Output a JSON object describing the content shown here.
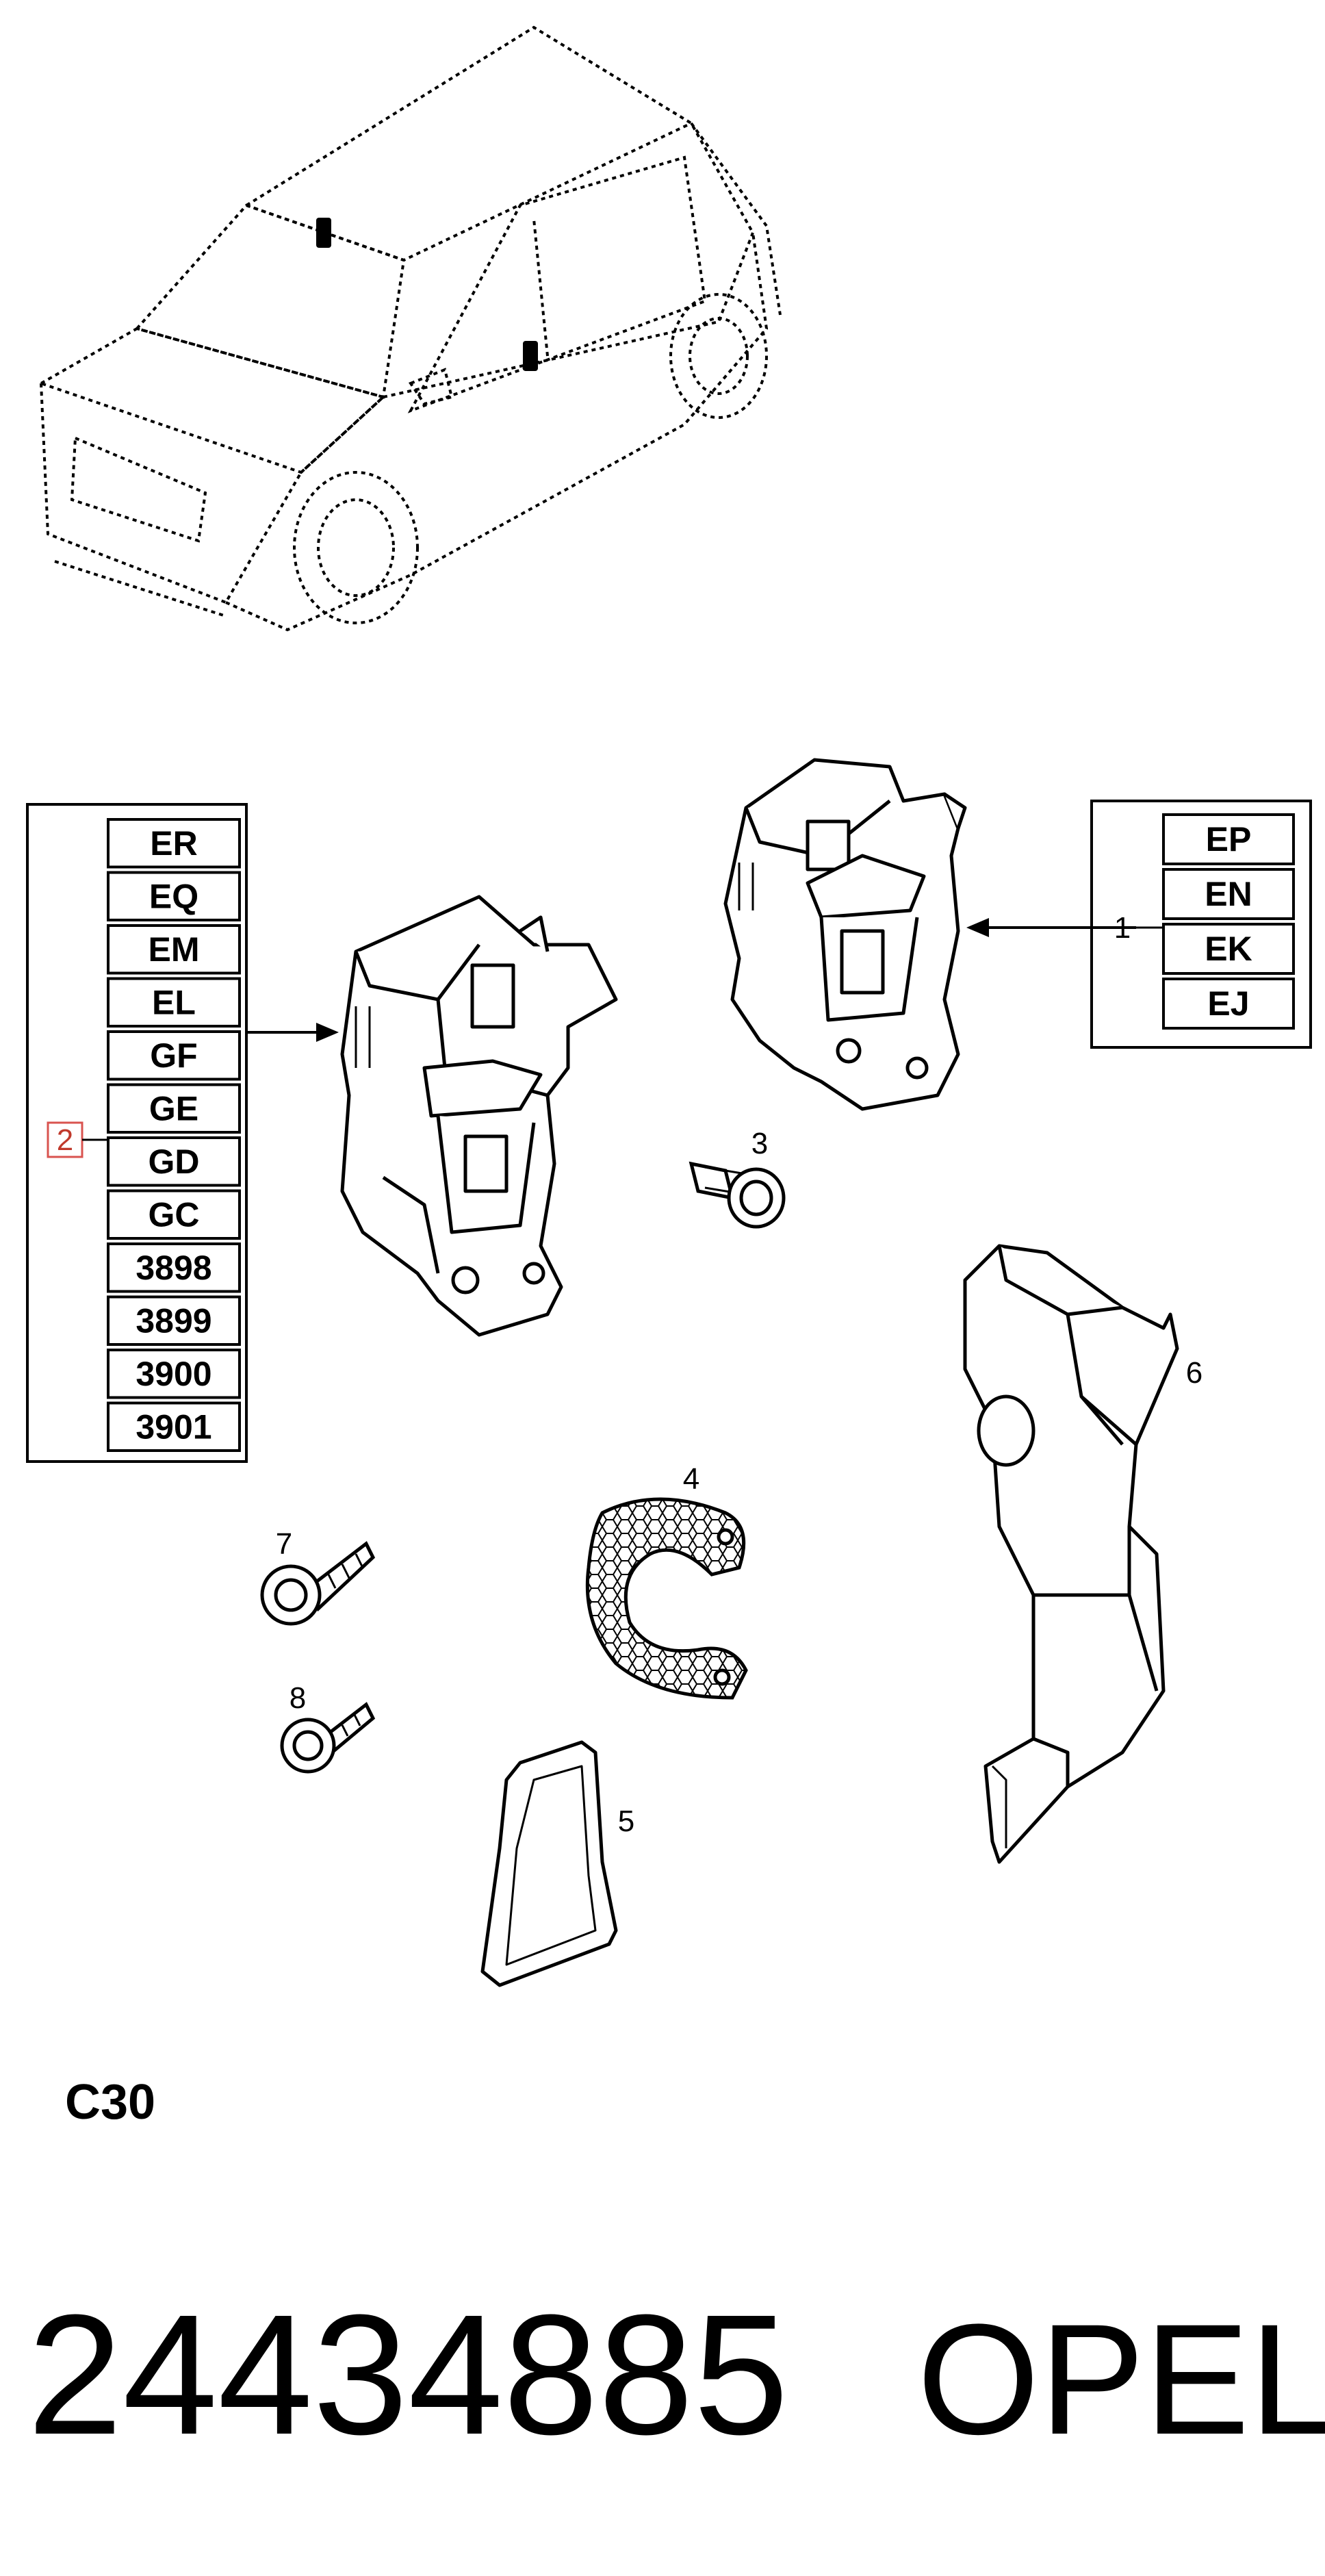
{
  "callouts": {
    "c1": "1",
    "c2": "2",
    "c3": "3",
    "c4": "4",
    "c5": "5",
    "c6": "6",
    "c7": "7",
    "c8": "8"
  },
  "variant_table_left": [
    "ER",
    "EQ",
    "EM",
    "EL",
    "GF",
    "GE",
    "GD",
    "GC",
    "3898",
    "3899",
    "3900",
    "3901"
  ],
  "variant_table_right": [
    "EP",
    "EN",
    "EK",
    "EJ"
  ],
  "ref_code": "C30",
  "part_number": "24434885",
  "brand": "OPEL",
  "colors": {
    "line": "#000000",
    "highlight": "#d9534f"
  },
  "icons": {
    "vehicle": "hatchback-car-outline",
    "latch": "door-lock-actuator",
    "screw": "torx-bolt",
    "gasket": "u-shaped-mesh-seal",
    "cover": "trapezoid-cover-cap",
    "bracket": "lock-bracket-cover"
  }
}
